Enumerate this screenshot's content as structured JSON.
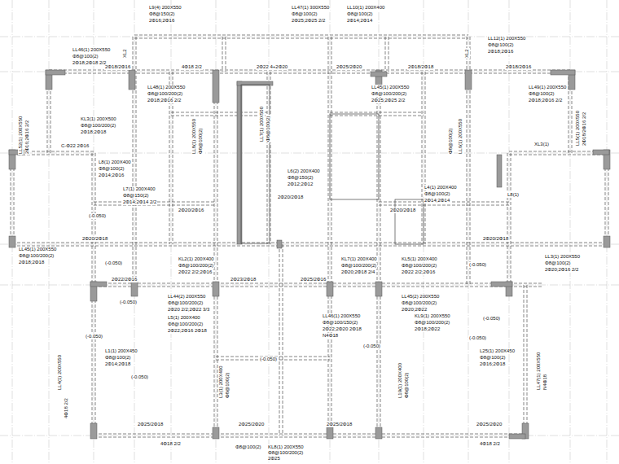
{
  "diagram": {
    "labels": [
      "L9(4) 200X550",
      "Φ8@150(2)",
      "2Φ16;2Φ16",
      "LL47(1) 300X550",
      "Φ8@100(2)",
      "2Φ25;2Φ25 2/2",
      "LL10(1) 200X400",
      "Φ8@100(2)",
      "2Φ14;2Φ14",
      "LL46(1) 200X550",
      "Φ8@100(2)",
      "2Φ18;2Φ18 2/2",
      "LL12(1) 200X550",
      "Φ8@100(2)",
      "2Φ18;2Φ16",
      "XL2",
      "XL2",
      "2Φ18/2Φ16",
      "4Φ18 2/2",
      "2Φ22 4+2Φ20",
      "2Φ25/2Φ20",
      "2Φ18/2Φ18",
      "2Φ18/2Φ16",
      "LL48(1) 200X550",
      "Φ8@100/200(2)",
      "2Φ18;2Φ16 2/2",
      "LL45(1) 200X550",
      "Φ8@100/200(2)",
      "2Φ25;2Φ25 2/2",
      "LL49(1) 200X550",
      "Φ8@100(2)",
      "2Φ18;2Φ16 2/2",
      "KL3(1) 200X500",
      "Φ8@100/200(2)",
      "2Φ18;2Φ18",
      "LL52(1) 200X550",
      "2Φ16;2Φ16 2/2",
      "C-Φ22 2Φ16",
      "XL3(1)",
      "LL5(1) 200X550",
      "2Φ18/2Φ16 2/2",
      "L8(1) 200X400",
      "Φ8@100(2)",
      "2Φ14;2Φ16",
      "L7(1) 200X400",
      "Φ8@150(2)",
      "2Φ14;2Φ14 2/2",
      "L6(2) 200X400",
      "Φ8@150(2)",
      "2Φ12;2Φ12",
      "L4(1) 200X400",
      "Φ8@100(2)",
      "2Φ14;2Φ14",
      "L8(1)",
      "2Φ20/2Φ16",
      "2Φ20/2Φ18",
      "2Φ20/2Φ18",
      "2Φ20/2Φ18",
      "2Φ20/2Φ18",
      "LL45(1) 200X550",
      "Φ8@100/200(2)",
      "2Φ18;2Φ18",
      "KL2(1) 200X400",
      "Φ8@100/200(2)",
      "2Φ22 2/2;2Φ16",
      "KL7(1) 200X400",
      "Φ8@100/200(2)",
      "2Φ20;2Φ18 2/4",
      "KL5(1) 200X400",
      "Φ8@100/200(2)",
      "2Φ22 2/2;2Φ16",
      "LL3(1) 200X550",
      "Φ8@100(2)",
      "2Φ20;2Φ16 2/2",
      "LL44(2) 200X550",
      "Φ8@100/200(2)",
      "2Φ20 2/2;2Φ22 3/3",
      "LL45(2) 200X550",
      "Φ8@100/200(2)",
      "2Φ20;2Φ22",
      "2Φ22/2Φ16",
      "2Φ23/2Φ18",
      "2Φ25/2Φ16",
      "L5(1) 200X400",
      "Φ8@100/200(2)",
      "2Φ22;2Φ16 2Φ18",
      "LL46(1) 200X550",
      "Φ8@100/150(2)",
      "2Φ22;2Φ20 2Φ18",
      "N4Φ18",
      "KL9(1) 200X550",
      "Φ8@100/200(2)",
      "2Φ18;2Φ22",
      "L1(1) 200X450",
      "Φ8@100(2)",
      "2Φ14;2Φ18",
      "L25(1) 200X450",
      "Φ8@100(2)",
      "2Φ16;2Φ18",
      "LL4(1) 200X550",
      "4Φ18 2/2",
      "LL47(1) 200X550",
      "N4Φ18",
      "2Φ25/2Φ18",
      "2Φ25/2Φ20",
      "2Φ25/2Φ18",
      "2Φ25/2Φ20",
      "4Φ18 2/2",
      "4Φ18 2/2",
      "Φ8@100(2)",
      "KL8(1) 200X550",
      "Φ8@100/200(2)",
      "2Φ25",
      "(-0.050)",
      "(-0.050)",
      "(-0.050)",
      "(-0.050)",
      "(-0.050)",
      "(-0.050)",
      "(-0.050)",
      "(-0.050)",
      "(-0.050)",
      "(-0.050)",
      "LL7(1) 200X500",
      "Φ8@100(2)",
      "LL8(1) 200X550",
      "Φ8@100(2)",
      "LL6(1) 200X550",
      "Φ8@100(2)",
      "L3(1) 200X400",
      "Φ8@100(2)",
      "L19(1) 200X400",
      "Φ8@100(2)"
    ]
  }
}
